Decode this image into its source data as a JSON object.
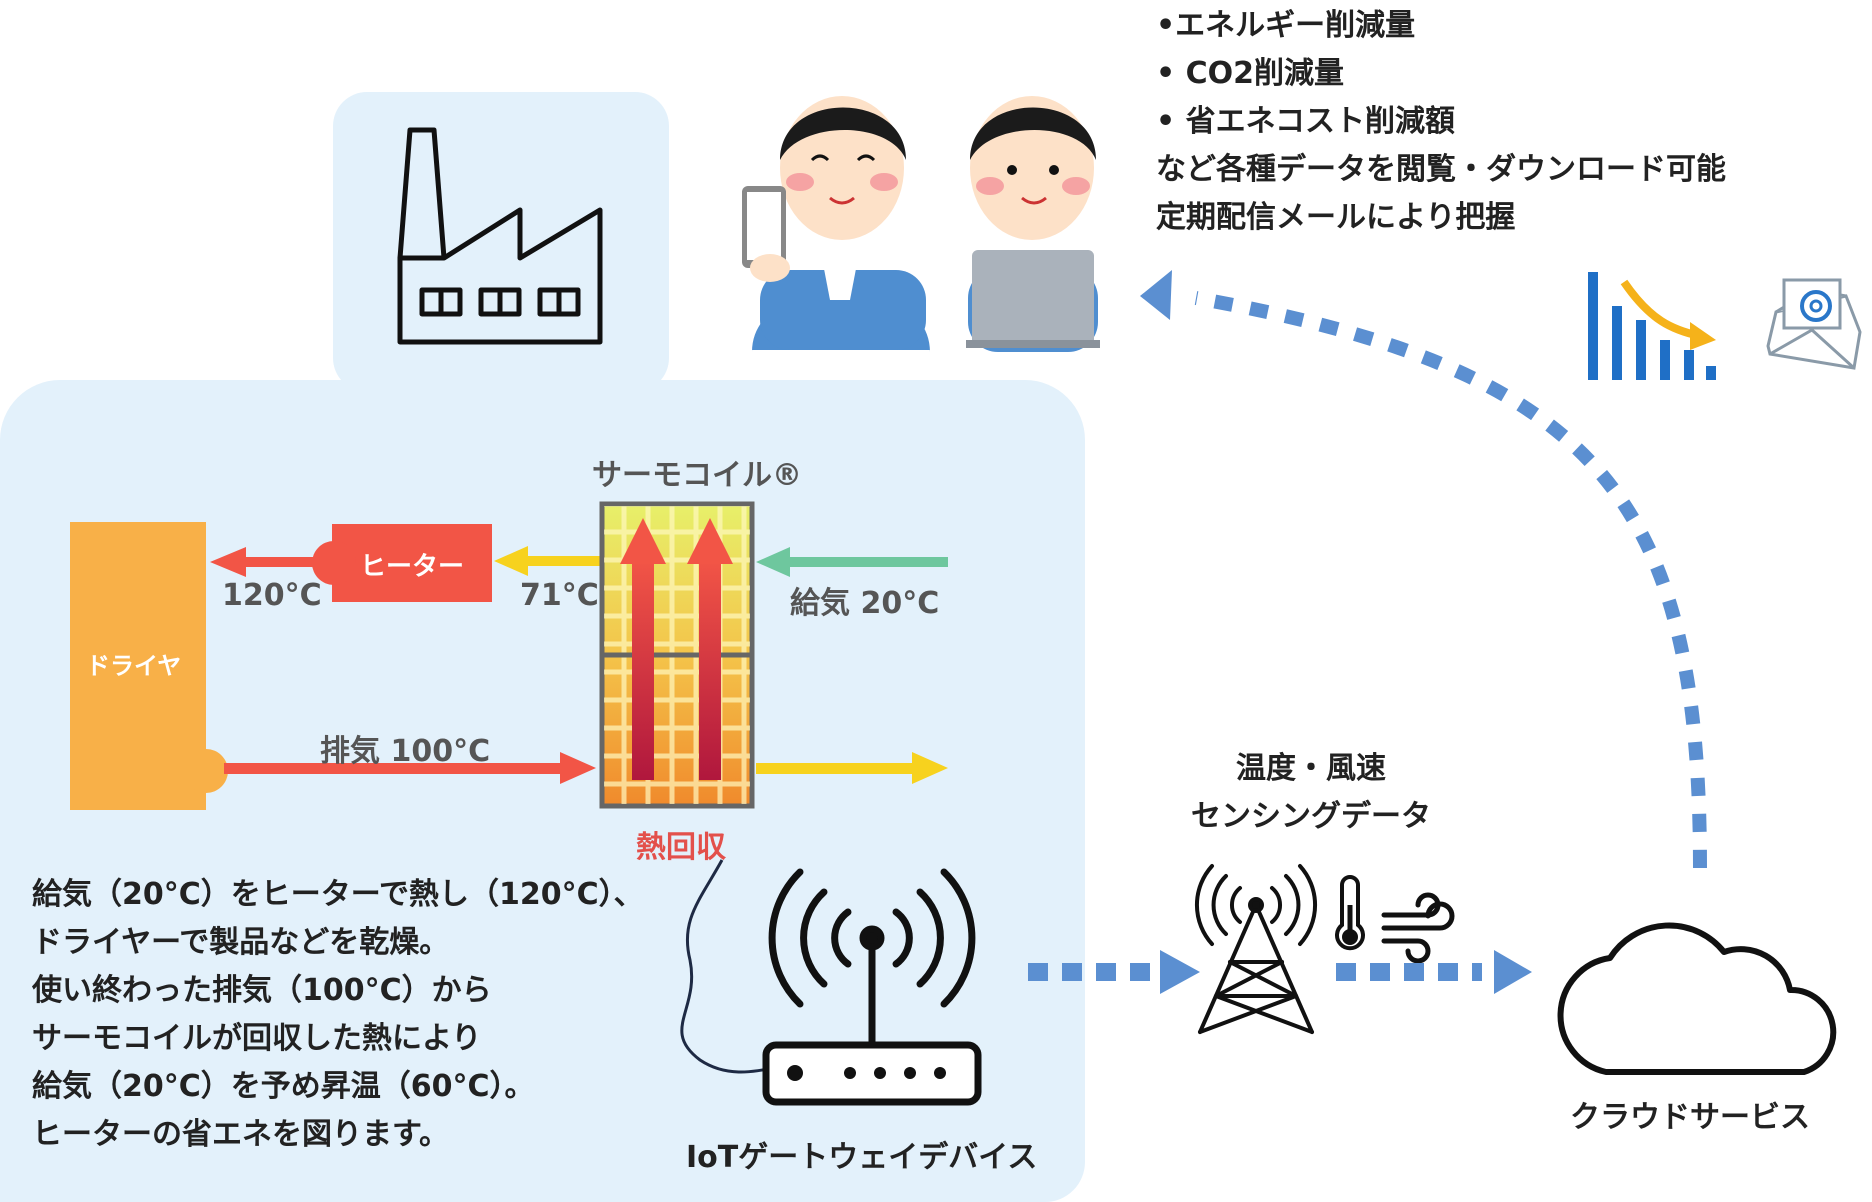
{
  "info_bullets": [
    "•エネルギー削減量",
    "• CO2削減量",
    "• 省エネコスト削減額"
  ],
  "info_lines": [
    "など各種データを閲覧・ダウンロード可能",
    "定期配信メールにより把握"
  ],
  "thermocoil": {
    "title": "サーモコイル®",
    "heat_recovery": "熱回収"
  },
  "heater": {
    "label": "ヒーター"
  },
  "dryer": {
    "label": "ドライヤ"
  },
  "temps": {
    "t120": "120°C",
    "t71": "71°C",
    "supply": "給気 20°C",
    "exhaust": "排気 100°C"
  },
  "description": [
    "給気（20°C）をヒーターで熱し（120°C）、",
    "ドライヤーで製品などを乾燥。",
    "使い終わった排気（100°C）から",
    "サーモコイルが回収した熱により",
    "給気（20°C）を予め昇温（60°C）。",
    "ヒーターの省エネを図ります。"
  ],
  "gateway": {
    "label": "IoTゲートウェイデバイス"
  },
  "sensing": {
    "line1": "温度・風速",
    "line2": "センシングデータ"
  },
  "cloud": {
    "label": "クラウドサービス"
  },
  "colors": {
    "panel": "#e3f1fb",
    "dryer": "#f8b048",
    "heater": "#f25546",
    "hot_arrow": "#f25546",
    "warm_arrow": "#f7d21e",
    "supply_arrow": "#6ec79e",
    "flow_arrow": "#5b8fd1",
    "recovery_text": "#e3504b",
    "chart_bar": "#1f6fc6",
    "chart_trend": "#f5b21a"
  },
  "icons": [
    "factory-icon",
    "worker-phone-icon",
    "worker-laptop-icon",
    "bar-chart-down-icon",
    "email-icon",
    "router-icon",
    "antenna-tower-icon",
    "thermometer-icon",
    "wind-icon",
    "cloud-icon"
  ]
}
